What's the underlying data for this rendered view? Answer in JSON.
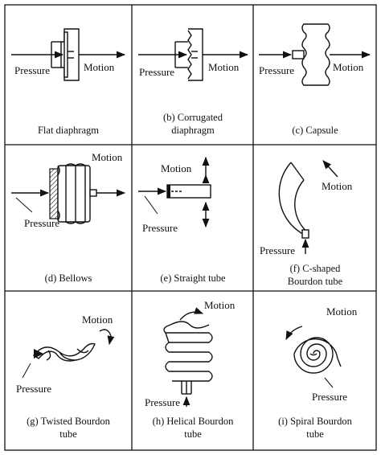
{
  "panels": [
    {
      "caption": [
        "Flat diaphragm"
      ],
      "labels": {
        "input": "Pressure",
        "output": "Motion"
      }
    },
    {
      "caption": [
        "(b) Corrugated",
        "diaphragm"
      ],
      "labels": {
        "input": "Pressure",
        "output": "Motion"
      }
    },
    {
      "caption": [
        "(c) Capsule"
      ],
      "labels": {
        "input": "Pressure",
        "output": "Motion"
      }
    },
    {
      "caption": [
        "(d) Bellows"
      ],
      "labels": {
        "input": "Pressure",
        "output": "Motion"
      }
    },
    {
      "caption": [
        "(e) Straight tube"
      ],
      "labels": {
        "input": "Pressure",
        "output": "Motion"
      }
    },
    {
      "caption": [
        "(f) C-shaped",
        "Bourdon tube"
      ],
      "labels": {
        "input": "Pressure",
        "output": "Motion"
      }
    },
    {
      "caption": [
        "(g) Twisted Bourdon",
        "tube"
      ],
      "labels": {
        "input": "Pressure",
        "output": "Motion"
      }
    },
    {
      "caption": [
        "(h) Helical Bourdon",
        "tube"
      ],
      "labels": {
        "input": "Pressure",
        "output": "Motion"
      }
    },
    {
      "caption": [
        "(i) Spiral Bourdon",
        "tube"
      ],
      "labels": {
        "input": "Pressure",
        "output": "Motion"
      }
    }
  ]
}
